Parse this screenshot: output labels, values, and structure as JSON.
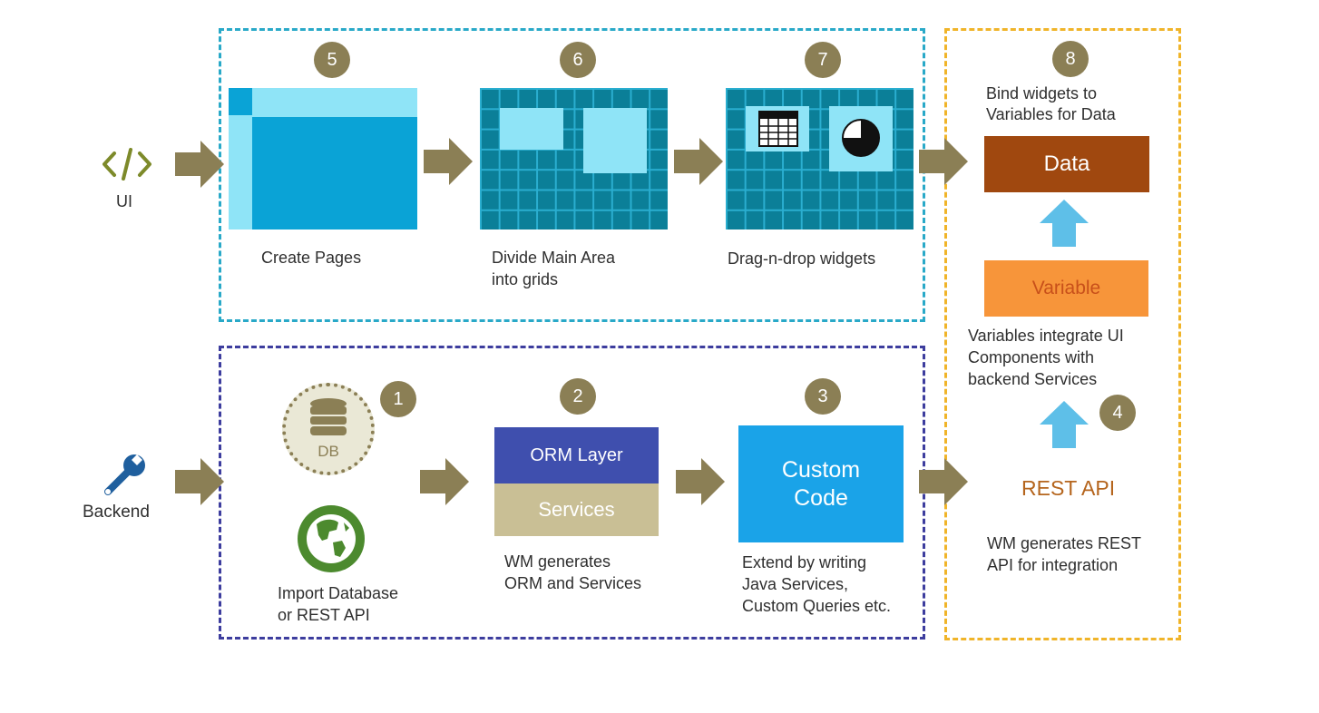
{
  "left_labels": {
    "ui": "UI",
    "backend": "Backend"
  },
  "ui_steps": [
    {
      "number": "5",
      "caption": "Create Pages"
    },
    {
      "number": "6",
      "caption_lines": [
        "Divide Main Area",
        "into grids"
      ]
    },
    {
      "number": "7",
      "caption": "Drag-n-drop widgets"
    }
  ],
  "backend_steps": [
    {
      "number": "1",
      "db_label": "DB",
      "caption_lines": [
        "Import Database",
        "or REST API"
      ]
    },
    {
      "number": "2",
      "orm_label": "ORM Layer",
      "services_label": "Services",
      "caption_lines": [
        "WM generates",
        "ORM and Services"
      ]
    },
    {
      "number": "3",
      "block_lines": [
        "Custom",
        "Code"
      ],
      "caption_lines": [
        "Extend by writing",
        "Java Services,",
        "Custom Queries etc."
      ]
    }
  ],
  "right_column": {
    "step8": {
      "number": "8",
      "caption_lines": [
        "Bind widgets to",
        "Variables for Data"
      ]
    },
    "data_label": "Data",
    "variable_label": "Variable",
    "variable_caption_lines": [
      "Variables integrate UI",
      "Components with",
      "backend Services"
    ],
    "step4": {
      "number": "4"
    },
    "rest_label": "REST API",
    "rest_caption_lines": [
      "WM generates REST",
      "API for integration"
    ]
  },
  "colors": {
    "ui_border": "#29a9c8",
    "backend_border": "#3d3d9e",
    "right_border": "#f0b429",
    "badge": "#8b7f55",
    "arrow": "#8b7f55",
    "page_cyan": "#0aa3d6",
    "page_light": "#8fe4f7",
    "grid_dark": "#0b7f98",
    "grid_line": "#2aaed0",
    "orm": "#3f4fae",
    "services": "#c9bf95",
    "custom_code": "#1aa3e8",
    "data": "#a0480f",
    "variable": "#f7953a",
    "variable_text": "#c8501a",
    "up_arrow": "#5ebfe8",
    "rest_text": "#b5651d",
    "globe": "#4c8a2e",
    "wrench": "#1f5f9e",
    "code_icon": "#7d8a2a"
  }
}
